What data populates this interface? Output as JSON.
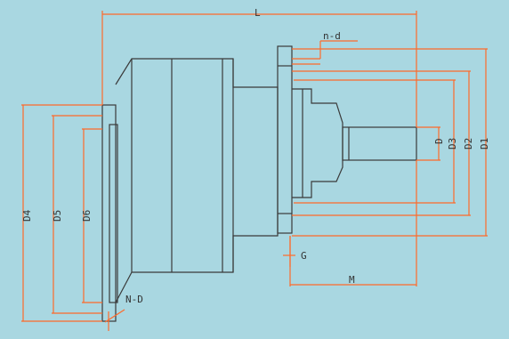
{
  "diagram": {
    "colors": {
      "background": "#a9d7e1",
      "body": "#3a3a3a",
      "dimension": "#ff6a2a",
      "label": "#333333"
    },
    "labels": {
      "L": "L",
      "n_d": "n-d",
      "D": "D",
      "D3": "D3",
      "D2": "D2",
      "D1": "D1",
      "D4": "D4",
      "D5": "D5",
      "D6": "D6",
      "G": "G",
      "M": "M",
      "N_D": "N-D"
    }
  }
}
